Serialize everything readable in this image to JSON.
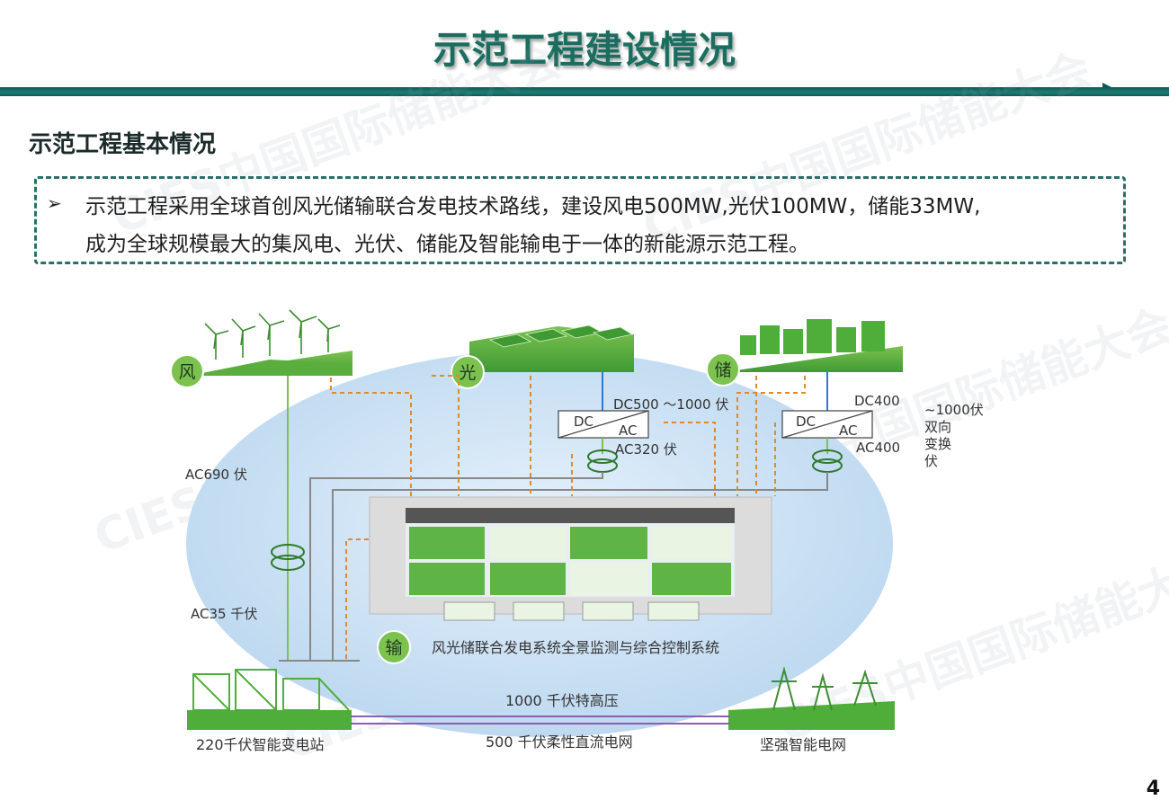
{
  "header": {
    "title": "示范工程建设情况"
  },
  "section": {
    "subtitle": "示范工程基本情况"
  },
  "summary": {
    "bullet": "➢",
    "line1": "示范工程采用全球首创风光储输联合发电技术路线，建设风电500MW,光伏100MW，储能33MW,",
    "line2": "成为全球规模最大的集风电、光伏、储能及智能输电于一体的新能源示范工程。"
  },
  "watermark": {
    "text": "CIES中国国际储能大会"
  },
  "diagram": {
    "nodes": {
      "wind": "风",
      "solar": "光",
      "storage": "储",
      "transmission": "输"
    },
    "labels": {
      "ac690": "AC690  伏",
      "dc500": "DC500 ～1000 伏",
      "ac320": "AC320  伏",
      "dc400": "DC400",
      "ac400": "AC400",
      "bidirectional_1": "~1000伏",
      "bidirectional_2": "双向",
      "bidirectional_3": "变换",
      "bidirectional_4": "伏",
      "ac35": "AC35  千伏",
      "system": "风光储联合发电系统全景监测与综合控制系统",
      "uhv": "1000 千伏特高压",
      "dc_flex": "500 千伏柔性直流电网",
      "substation": "220千伏智能变电站",
      "grid": "坚强智能电网"
    },
    "converter": {
      "dc": "DC",
      "ac": "AC"
    }
  },
  "page": {
    "number": "4"
  },
  "colors": {
    "accent": "#1a6e60",
    "green": "#4fae3a",
    "ellipse": "#c8dff2",
    "dashed": "#e08a2a"
  }
}
